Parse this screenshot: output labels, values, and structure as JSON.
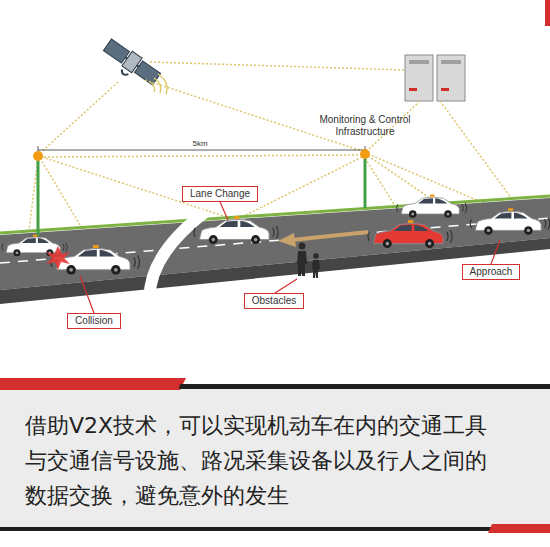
{
  "diagram": {
    "caption": "借助V2X技术，可以实现机动车在内的交通工具与交通信号设施、路况采集设备以及行人之间的数据交换，避免意外的发生",
    "nodes": [
      {
        "text": [
          "Lane Change"
        ]
      },
      {
        "text": [
          "Approach"
        ]
      },
      {
        "text": [
          "Obstacles"
        ]
      },
      {
        "text": [
          "Collision"
        ]
      }
    ],
    "labels": [
      "Monitoring & Control Infrastructure",
      "5km"
    ]
  }
}
